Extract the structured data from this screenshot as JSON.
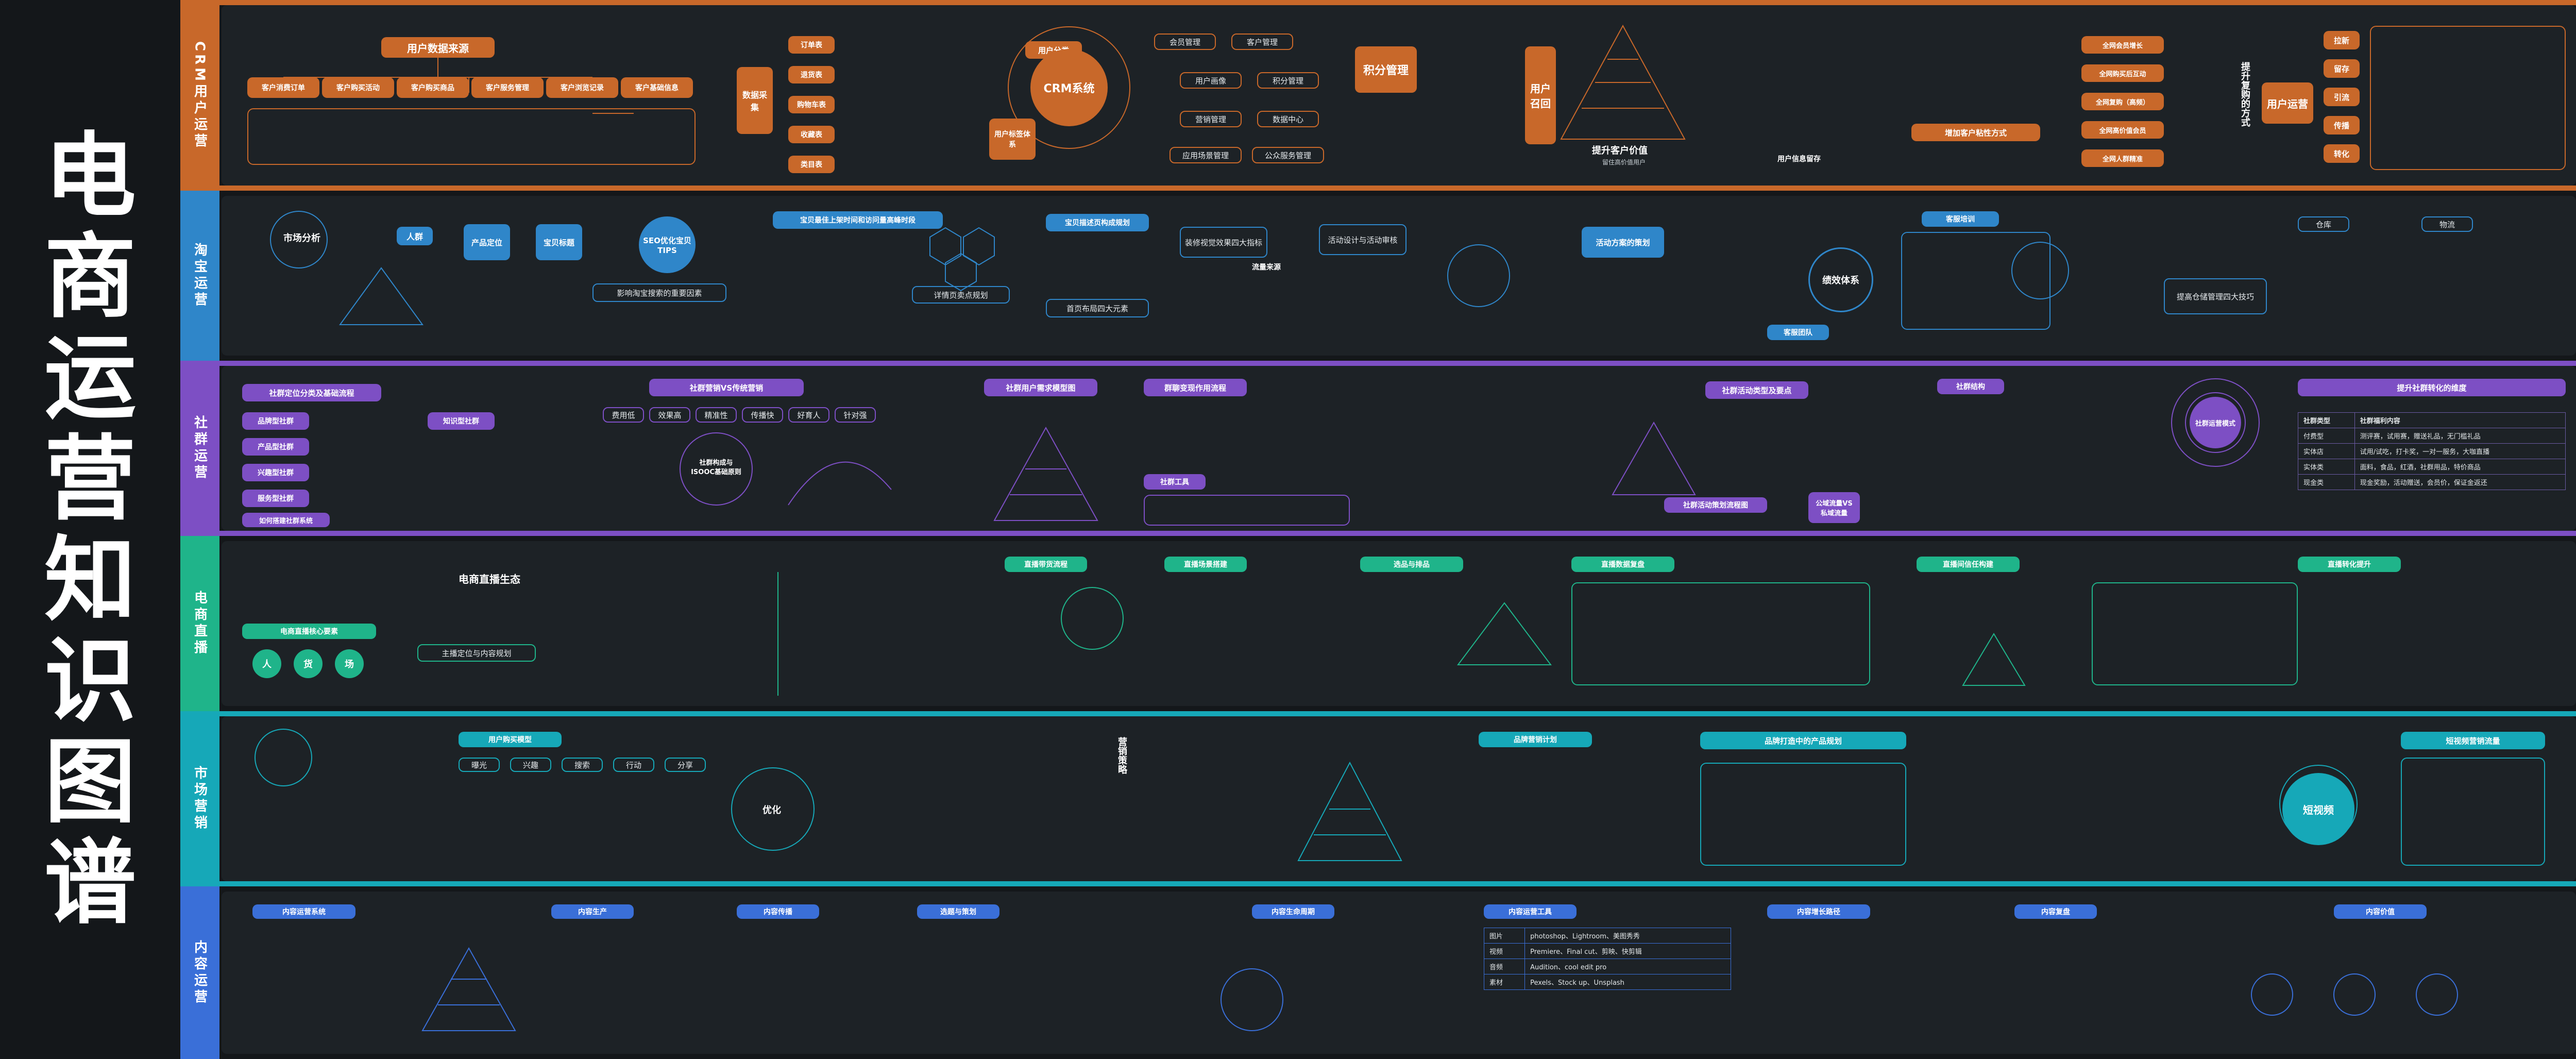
{
  "title_chars": [
    "电",
    "商",
    "运",
    "营",
    "知",
    "识",
    "图",
    "谱"
  ],
  "colors": {
    "background": "#14171a",
    "panel": "#1d2226",
    "crm": "#c8682a",
    "taobao": "#2f86c9",
    "community": "#7d4fc4",
    "live": "#1fb48a",
    "market": "#16a8b8",
    "content": "#3a6fd8"
  },
  "sections": [
    {
      "id": "crm",
      "label": "CRM用户运营"
    },
    {
      "id": "taobao",
      "label": "淘宝运营"
    },
    {
      "id": "community",
      "label": "社群运营"
    },
    {
      "id": "live",
      "label": "电商直播"
    },
    {
      "id": "market",
      "label": "市场营销"
    },
    {
      "id": "content",
      "label": "内容运营"
    }
  ],
  "crm": {
    "data_source": "用户数据来源",
    "sources": [
      "客户消费订单",
      "客户购买活动",
      "客户购买商品",
      "客户服务管理",
      "客户浏览记录",
      "客户基础信息"
    ],
    "collect": "数据采集",
    "collect_items": [
      "订单表",
      "退货表",
      "购物车表",
      "收藏表",
      "类目表"
    ],
    "user_tags": "用户标签体系",
    "user_seg": "用户分类",
    "crm_system": "CRM系统",
    "crm_ring": [
      "会员管理",
      "客户管理",
      "用户画像",
      "积分管理",
      "营销管理",
      "数据中心",
      "应用场景管理",
      "公众服务管理"
    ],
    "points": "积分管理",
    "recall": "用户召回",
    "pyramid_caption": "提升客户价值",
    "pyramid_sub": "留住高价值用户",
    "reserve": "用户信息留存",
    "repurchase": "提升复购的方式",
    "ops": "用户运营",
    "ops_steps": [
      "拉新",
      "留存",
      "引流",
      "传播",
      "转化"
    ],
    "lift_method": "增加客户粘性方式",
    "segment_boxes": [
      "全网会员增长",
      "全网购买后互动",
      "全网复购（高频）",
      "全网高价值会员",
      "全网人群精准"
    ]
  },
  "taobao": {
    "market_analysis": "市场分析",
    "crowd": "人群",
    "product_position": "产品定位",
    "title": "宝贝标题",
    "seo": "SEO优化宝贝TIPS",
    "factors": "影响淘宝搜索的重要因素",
    "spread": "宝贝最佳上架时间和访问量高峰时段",
    "main_image": "宝贝描述页构成规划",
    "detail": "详情页卖点规划",
    "layout": "首页布局四大元素",
    "metrics": "装修视觉效果四大指标",
    "traffic": "流量来源",
    "activity": "活动设计与活动审核",
    "plan": "活动方案的策划",
    "team": "客服团队",
    "perf": "绩效体系",
    "store_mgmt": "提高仓储管理四大技巧",
    "kf_train": "客服培训",
    "warehouse": "仓库",
    "logistics": "物流"
  },
  "community": {
    "position": "社群定位分类及基础流程",
    "types": [
      "品牌型社群",
      "产品型社群",
      "兴趣型社群",
      "服务型社群",
      "知识型社群",
      "如何搭建社群系统"
    ],
    "circle_center": "社群构成与ISOOC基础原则",
    "sale_vs": "社群营销VS传统营销",
    "sale_vs_items": [
      "费用低",
      "效果高",
      "精准性",
      "传播快",
      "好育人",
      "针对强"
    ],
    "pyramid": "社群用户需求模型图",
    "flow": "群聊变现作用流程",
    "tools": "社群工具",
    "activity": "社群活动类型及要点",
    "plan": "社群活动策划流程图",
    "conv": "公域流量VS私域流量",
    "struct": "社群结构",
    "center_circle": "社群运营模式",
    "conversion": "提升社群转化的维度",
    "table_head": [
      "社群类型",
      "社群福利内容"
    ],
    "table_rows": [
      [
        "付费型",
        "测评赛，试用赛，赠送礼品，无门槛礼品"
      ],
      [
        "实体店",
        "试用/试吃，打卡奖，一对一服务，大咖直播"
      ],
      [
        "实体类",
        "面料，食品，红酒，社群用品，特价商品"
      ],
      [
        "现金类",
        "现金奖励，活动赠送，会员价，保证金返还"
      ]
    ]
  },
  "live": {
    "title": "电商直播生态",
    "core": [
      "人",
      "货",
      "场"
    ],
    "roles": "电商直播核心要素",
    "anchor": "主播定位与内容规划",
    "process": "直播带货流程",
    "data": "直播数据复盘",
    "scene": "直播场景搭建",
    "trust": "直播间信任构建",
    "product": "选品与排品",
    "conversion": "直播转化提升"
  },
  "market": {
    "model": "用户购买模型",
    "steps": [
      "曝光",
      "兴趣",
      "搜索",
      "行动",
      "分享"
    ],
    "strategy": "营销策略",
    "plan": "品牌营销计划",
    "product_plan": "品牌打造中的产品规划",
    "right_title": "短视频营销流量",
    "center": "短视频",
    "opt": "优化"
  },
  "content": {
    "system": "内容运营系统",
    "make": "内容生产",
    "distrib": "内容传播",
    "cycle": "内容生命周期",
    "tools": "内容运营工具",
    "tools_rows": [
      [
        "图片",
        "photoshop、Lightroom、美图秀秀"
      ],
      [
        "视频",
        "Premiere、Final cut、剪映、快剪辑"
      ],
      [
        "音频",
        "Audition、cool edit pro"
      ],
      [
        "素材",
        "Pexels、Stock up、Unsplash"
      ]
    ],
    "growth": "内容增长路径",
    "review": "内容复盘",
    "topic": "选题与策划",
    "value": "内容价值"
  }
}
